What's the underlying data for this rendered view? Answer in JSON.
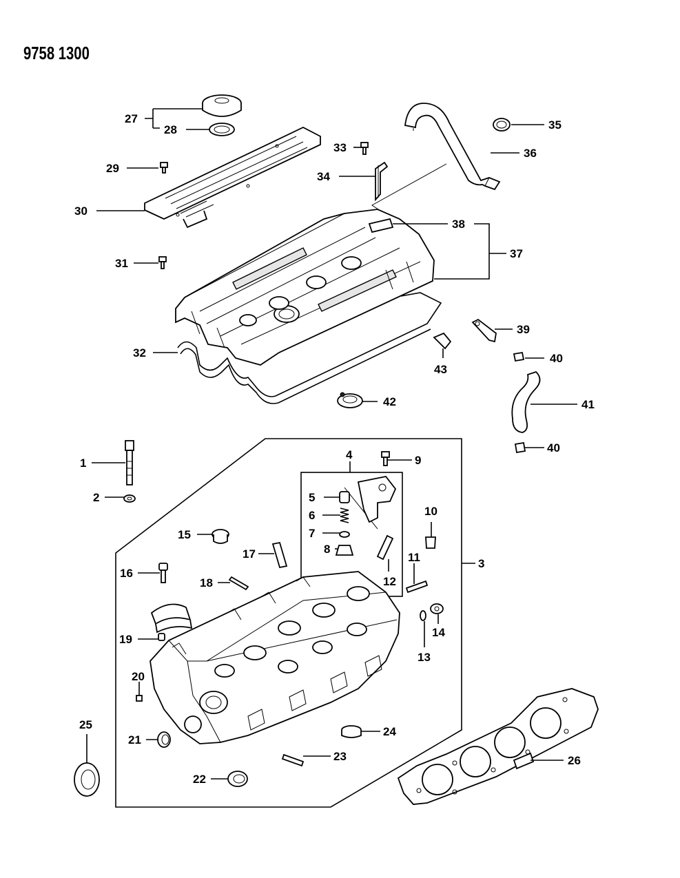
{
  "document": {
    "id": "9758 1300"
  },
  "callouts": [
    "1",
    "2",
    "3",
    "4",
    "5",
    "6",
    "7",
    "8",
    "9",
    "10",
    "11",
    "12",
    "13",
    "14",
    "15",
    "16",
    "17",
    "18",
    "19",
    "20",
    "21",
    "22",
    "23",
    "24",
    "25",
    "26",
    "27",
    "28",
    "29",
    "30",
    "31",
    "32",
    "33",
    "34",
    "35",
    "36",
    "37",
    "38",
    "39",
    "40",
    "40",
    "41",
    "42",
    "43"
  ],
  "icons": {
    "cylinder_head": "cylinder-head-drawing",
    "rocker_cover": "rocker-cover-drawing",
    "head_gasket": "head-gasket-drawing"
  }
}
